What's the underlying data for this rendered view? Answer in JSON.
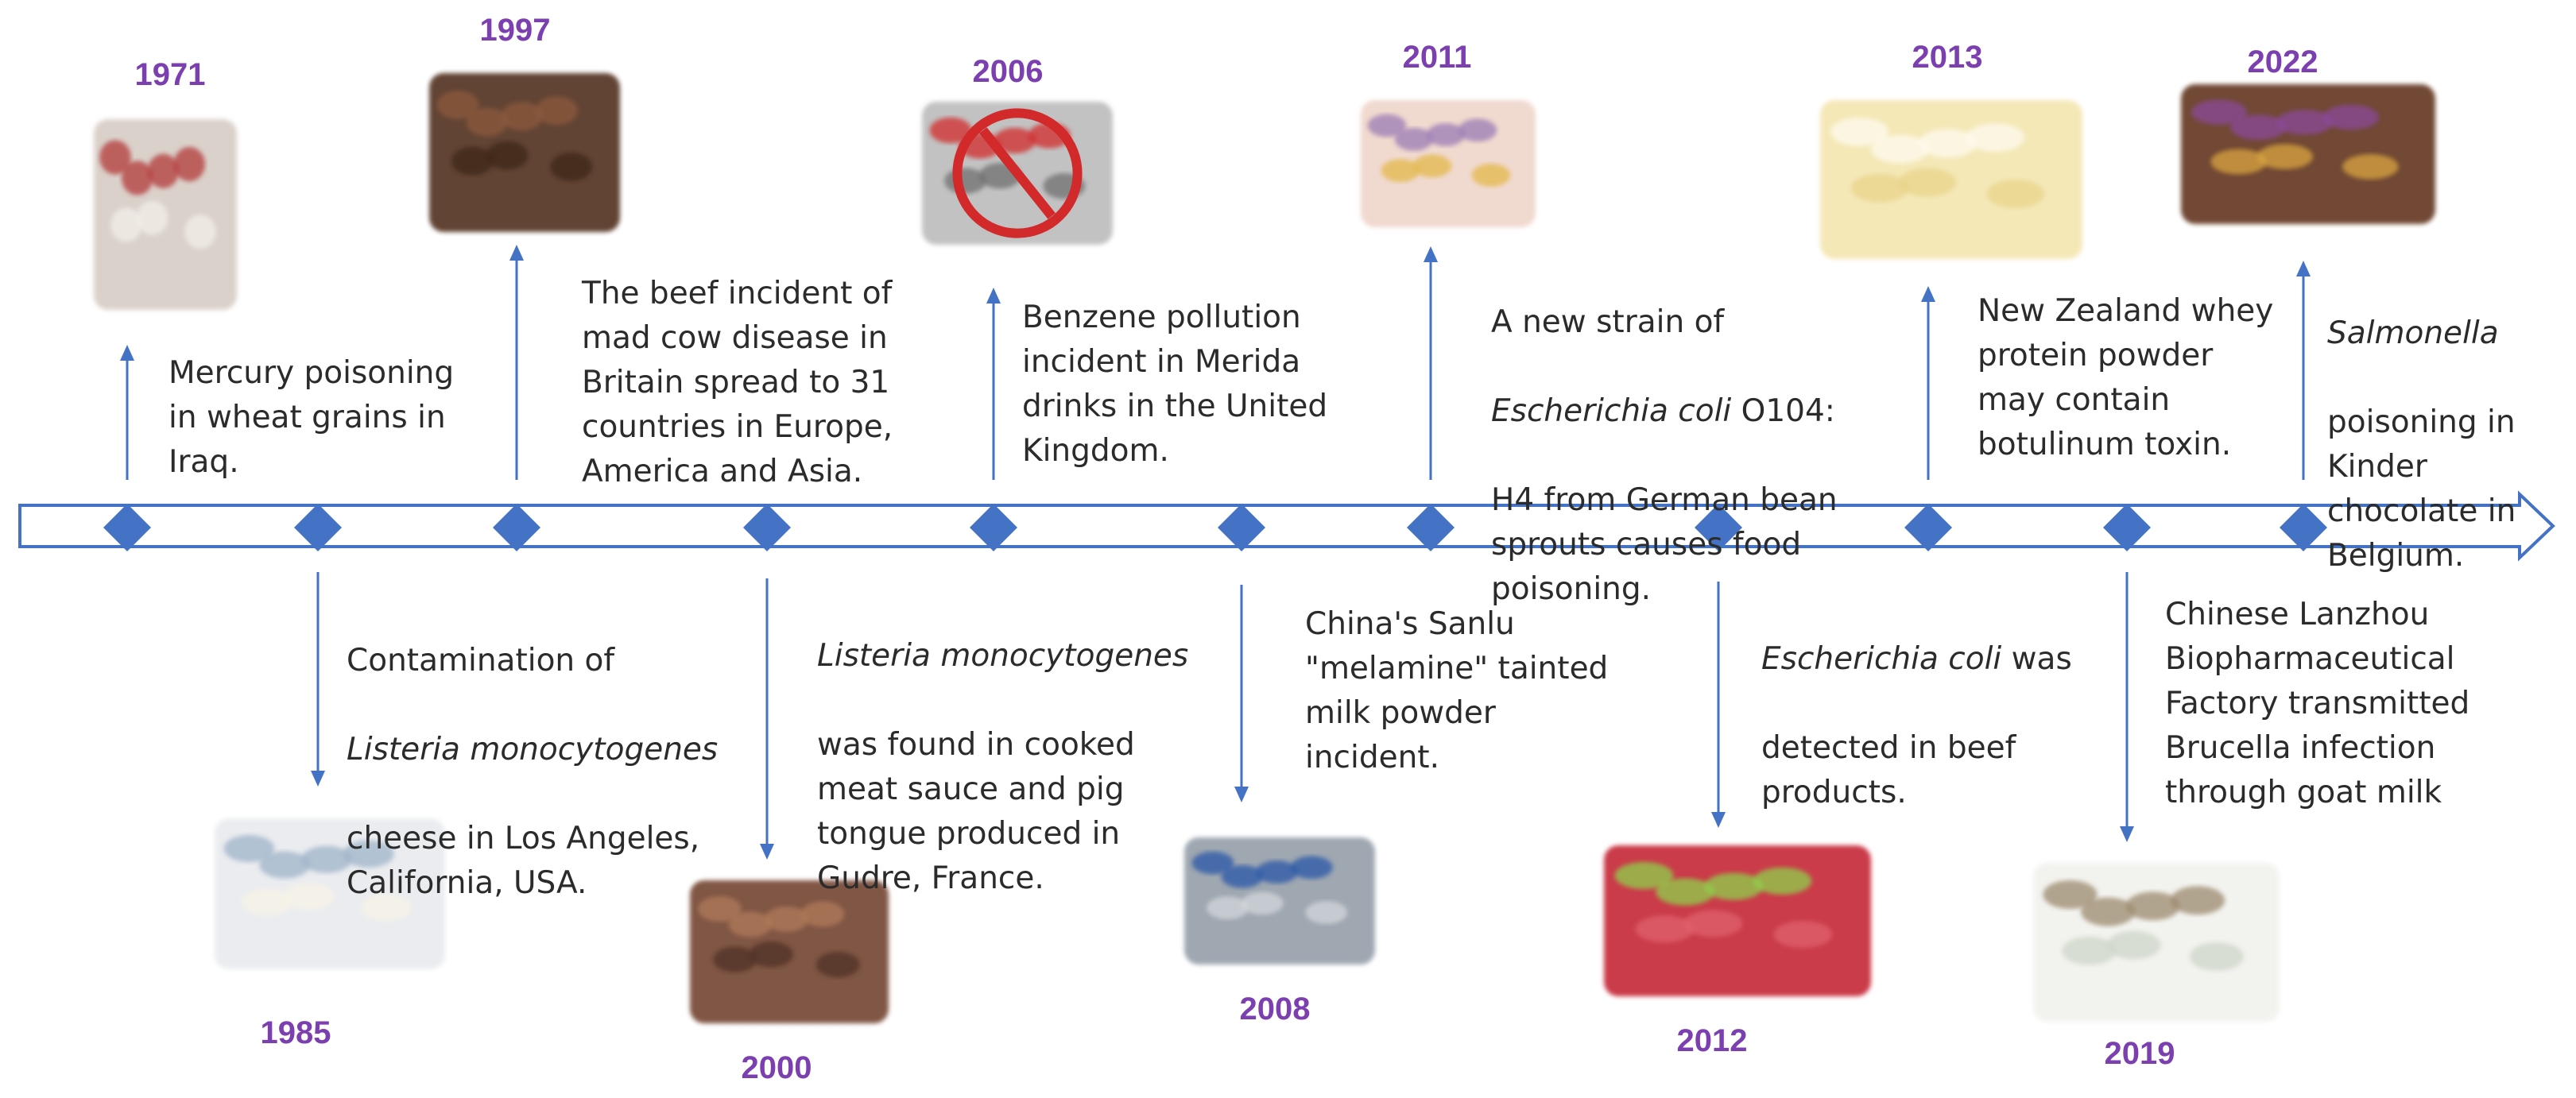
{
  "events": [
    {
      "year": "1971",
      "side": "top",
      "description": "Mercury poisoning\nin wheat grains in\nIraq.",
      "image": "wheat-sack-image"
    },
    {
      "year": "1985",
      "side": "bottom",
      "italic_prefix": "Listeria monocytogenes",
      "description_lead": "Contamination of",
      "description": "cheese in Los Angeles,\nCalifornia, USA.",
      "image": "blue-cheese-image"
    },
    {
      "year": "1997",
      "side": "top",
      "description": "The beef incident of\nmad cow disease in\nBritain spread to 31\ncountries in Europe,\nAmerica and Asia.",
      "image": "beef-chunks-image"
    },
    {
      "year": "2000",
      "side": "bottom",
      "italic_prefix": "Listeria monocytogenes",
      "description": "was found in cooked\nmeat sauce and pig\ntongue produced in\nGudre, France.",
      "image": "pig-tongue-image"
    },
    {
      "year": "2006",
      "side": "top",
      "description": "Benzene pollution\nincident in Merida\ndrinks in the United\nKingdom.",
      "image": "banned-drinks-image"
    },
    {
      "year": "2008",
      "side": "bottom",
      "description": "China's Sanlu\n\"melamine\" tainted\nmilk powder\nincident.",
      "image": "milk-powder-image"
    },
    {
      "year": "2011",
      "side": "top",
      "description_lead": "A new strain of",
      "italic_prefix": "Escherichia coli",
      "description_suffix": " O104:",
      "description": "H4 from German bean\nsprouts causes food\npoisoning.",
      "image": "bean-sprouts-image"
    },
    {
      "year": "2012",
      "side": "bottom",
      "italic_prefix": "Escherichia coli",
      "description_suffix": " was",
      "description": "detected in beef\nproducts.",
      "image": "bacteria-beef-image"
    },
    {
      "year": "2013",
      "side": "top",
      "description": "New Zealand whey\nprotein powder\nmay contain\nbotulinum toxin.",
      "image": "whey-powder-image"
    },
    {
      "year": "2019",
      "side": "bottom",
      "description": "Chinese Lanzhou\nBiopharmaceutical\nFactory transmitted\nBrucella infection\nthrough goat milk",
      "image": "goat-image"
    },
    {
      "year": "2022",
      "side": "top",
      "italic_prefix": "Salmonella",
      "description": "poisoning in\nKinder\nchocolate in\nBelgium.",
      "image": "salmonella-chocolate-image"
    }
  ],
  "colors": {
    "year_text": "#7b3fb0",
    "timeline": "#4472c4",
    "diamond": "#4472c4",
    "arrow": "#4472c4",
    "text": "#2b2b2b"
  }
}
